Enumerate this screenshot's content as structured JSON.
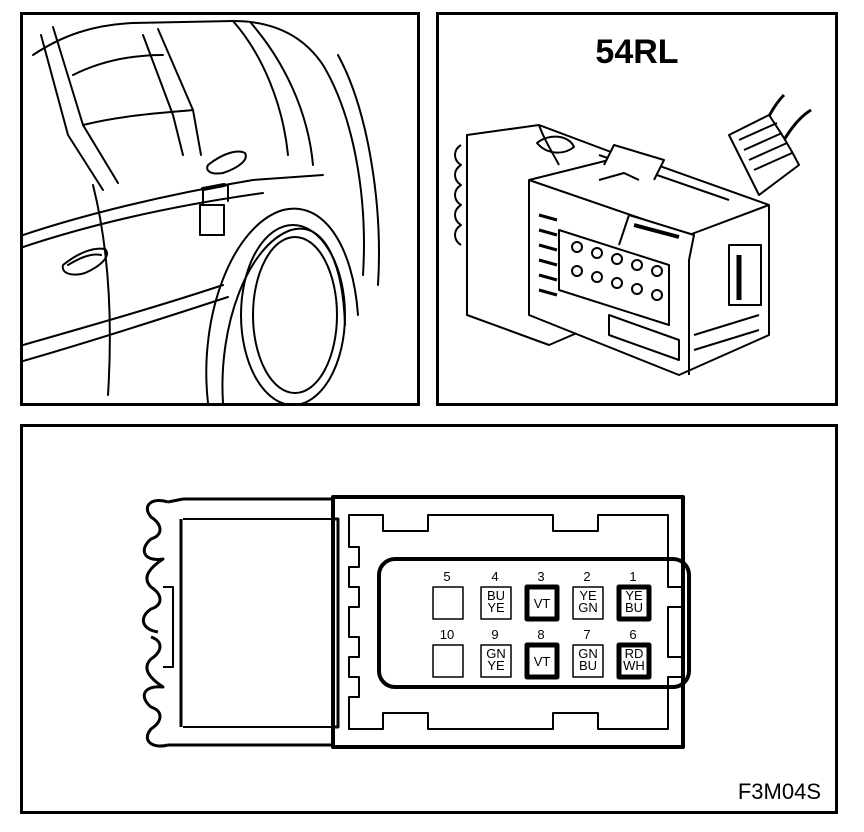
{
  "connector": {
    "title": "54RL",
    "figure_code": "F3M04S"
  },
  "pins": [
    {
      "num": "1",
      "wire": [
        "YE",
        "BU"
      ],
      "thick": true
    },
    {
      "num": "2",
      "wire": [
        "YE",
        "GN"
      ],
      "thick": false
    },
    {
      "num": "3",
      "wire": [
        "VT"
      ],
      "thick": true
    },
    {
      "num": "4",
      "wire": [
        "BU",
        "YE"
      ],
      "thick": false
    },
    {
      "num": "5",
      "wire": [],
      "thick": false
    },
    {
      "num": "6",
      "wire": [
        "RD",
        "WH"
      ],
      "thick": true
    },
    {
      "num": "7",
      "wire": [
        "GN",
        "BU"
      ],
      "thick": false
    },
    {
      "num": "8",
      "wire": [
        "VT"
      ],
      "thick": true
    },
    {
      "num": "9",
      "wire": [
        "GN",
        "YE"
      ],
      "thick": false
    },
    {
      "num": "10",
      "wire": [],
      "thick": false
    }
  ]
}
